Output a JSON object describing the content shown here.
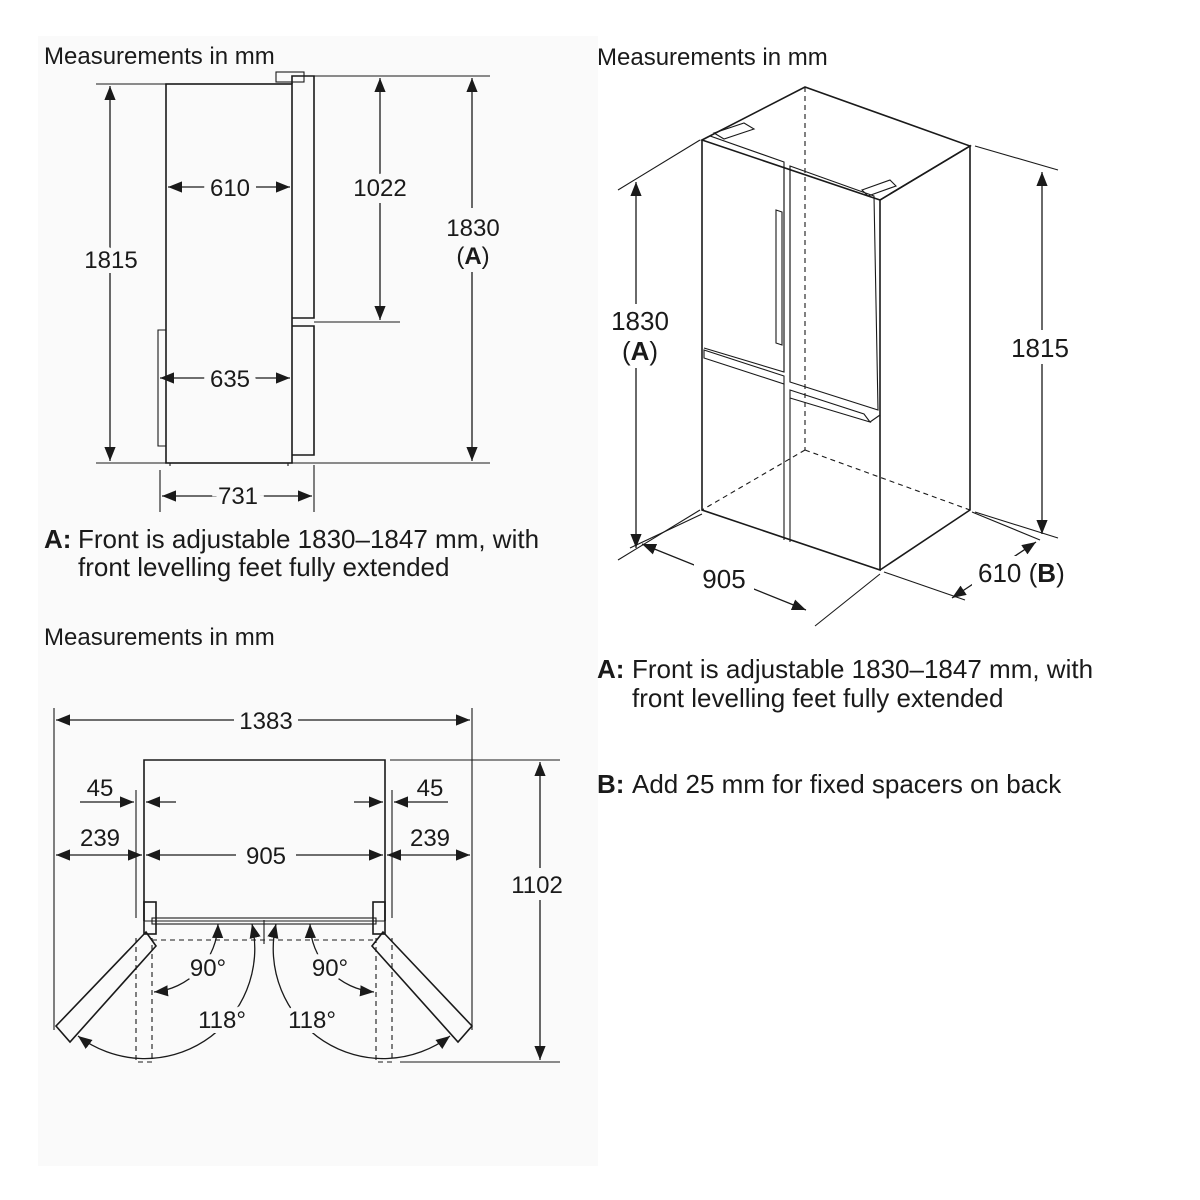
{
  "side_view": {
    "title": "Measurements in mm",
    "dim_610": "610",
    "dim_1022": "1022",
    "dim_1815": "1815",
    "dim_1830": "1830",
    "dim_A": "A",
    "dim_635": "635",
    "dim_731": "731",
    "note_label": "A:",
    "note_line1": "Front is adjustable 1830–1847 mm, with",
    "note_line2": "front levelling feet fully extended"
  },
  "iso_view": {
    "title": "Measurements in mm",
    "dim_1830": "1830",
    "dim_A": "A",
    "dim_1815": "1815",
    "dim_905": "905",
    "dim_610": "610",
    "dim_B": "B",
    "note_a_label": "A:",
    "note_a_line1": "Front is adjustable 1830–1847 mm, with",
    "note_a_line2": "front levelling feet fully extended",
    "note_b_label": "B:",
    "note_b_text": "Add 25 mm for fixed spacers on back"
  },
  "top_view": {
    "title": "Measurements in mm",
    "dim_1383": "1383",
    "dim_45_left": "45",
    "dim_45_right": "45",
    "dim_239_left": "239",
    "dim_239_right": "239",
    "dim_905": "905",
    "dim_1102": "1102",
    "angle_90_left": "90°",
    "angle_90_right": "90°",
    "angle_118_left": "118°",
    "angle_118_right": "118°"
  }
}
